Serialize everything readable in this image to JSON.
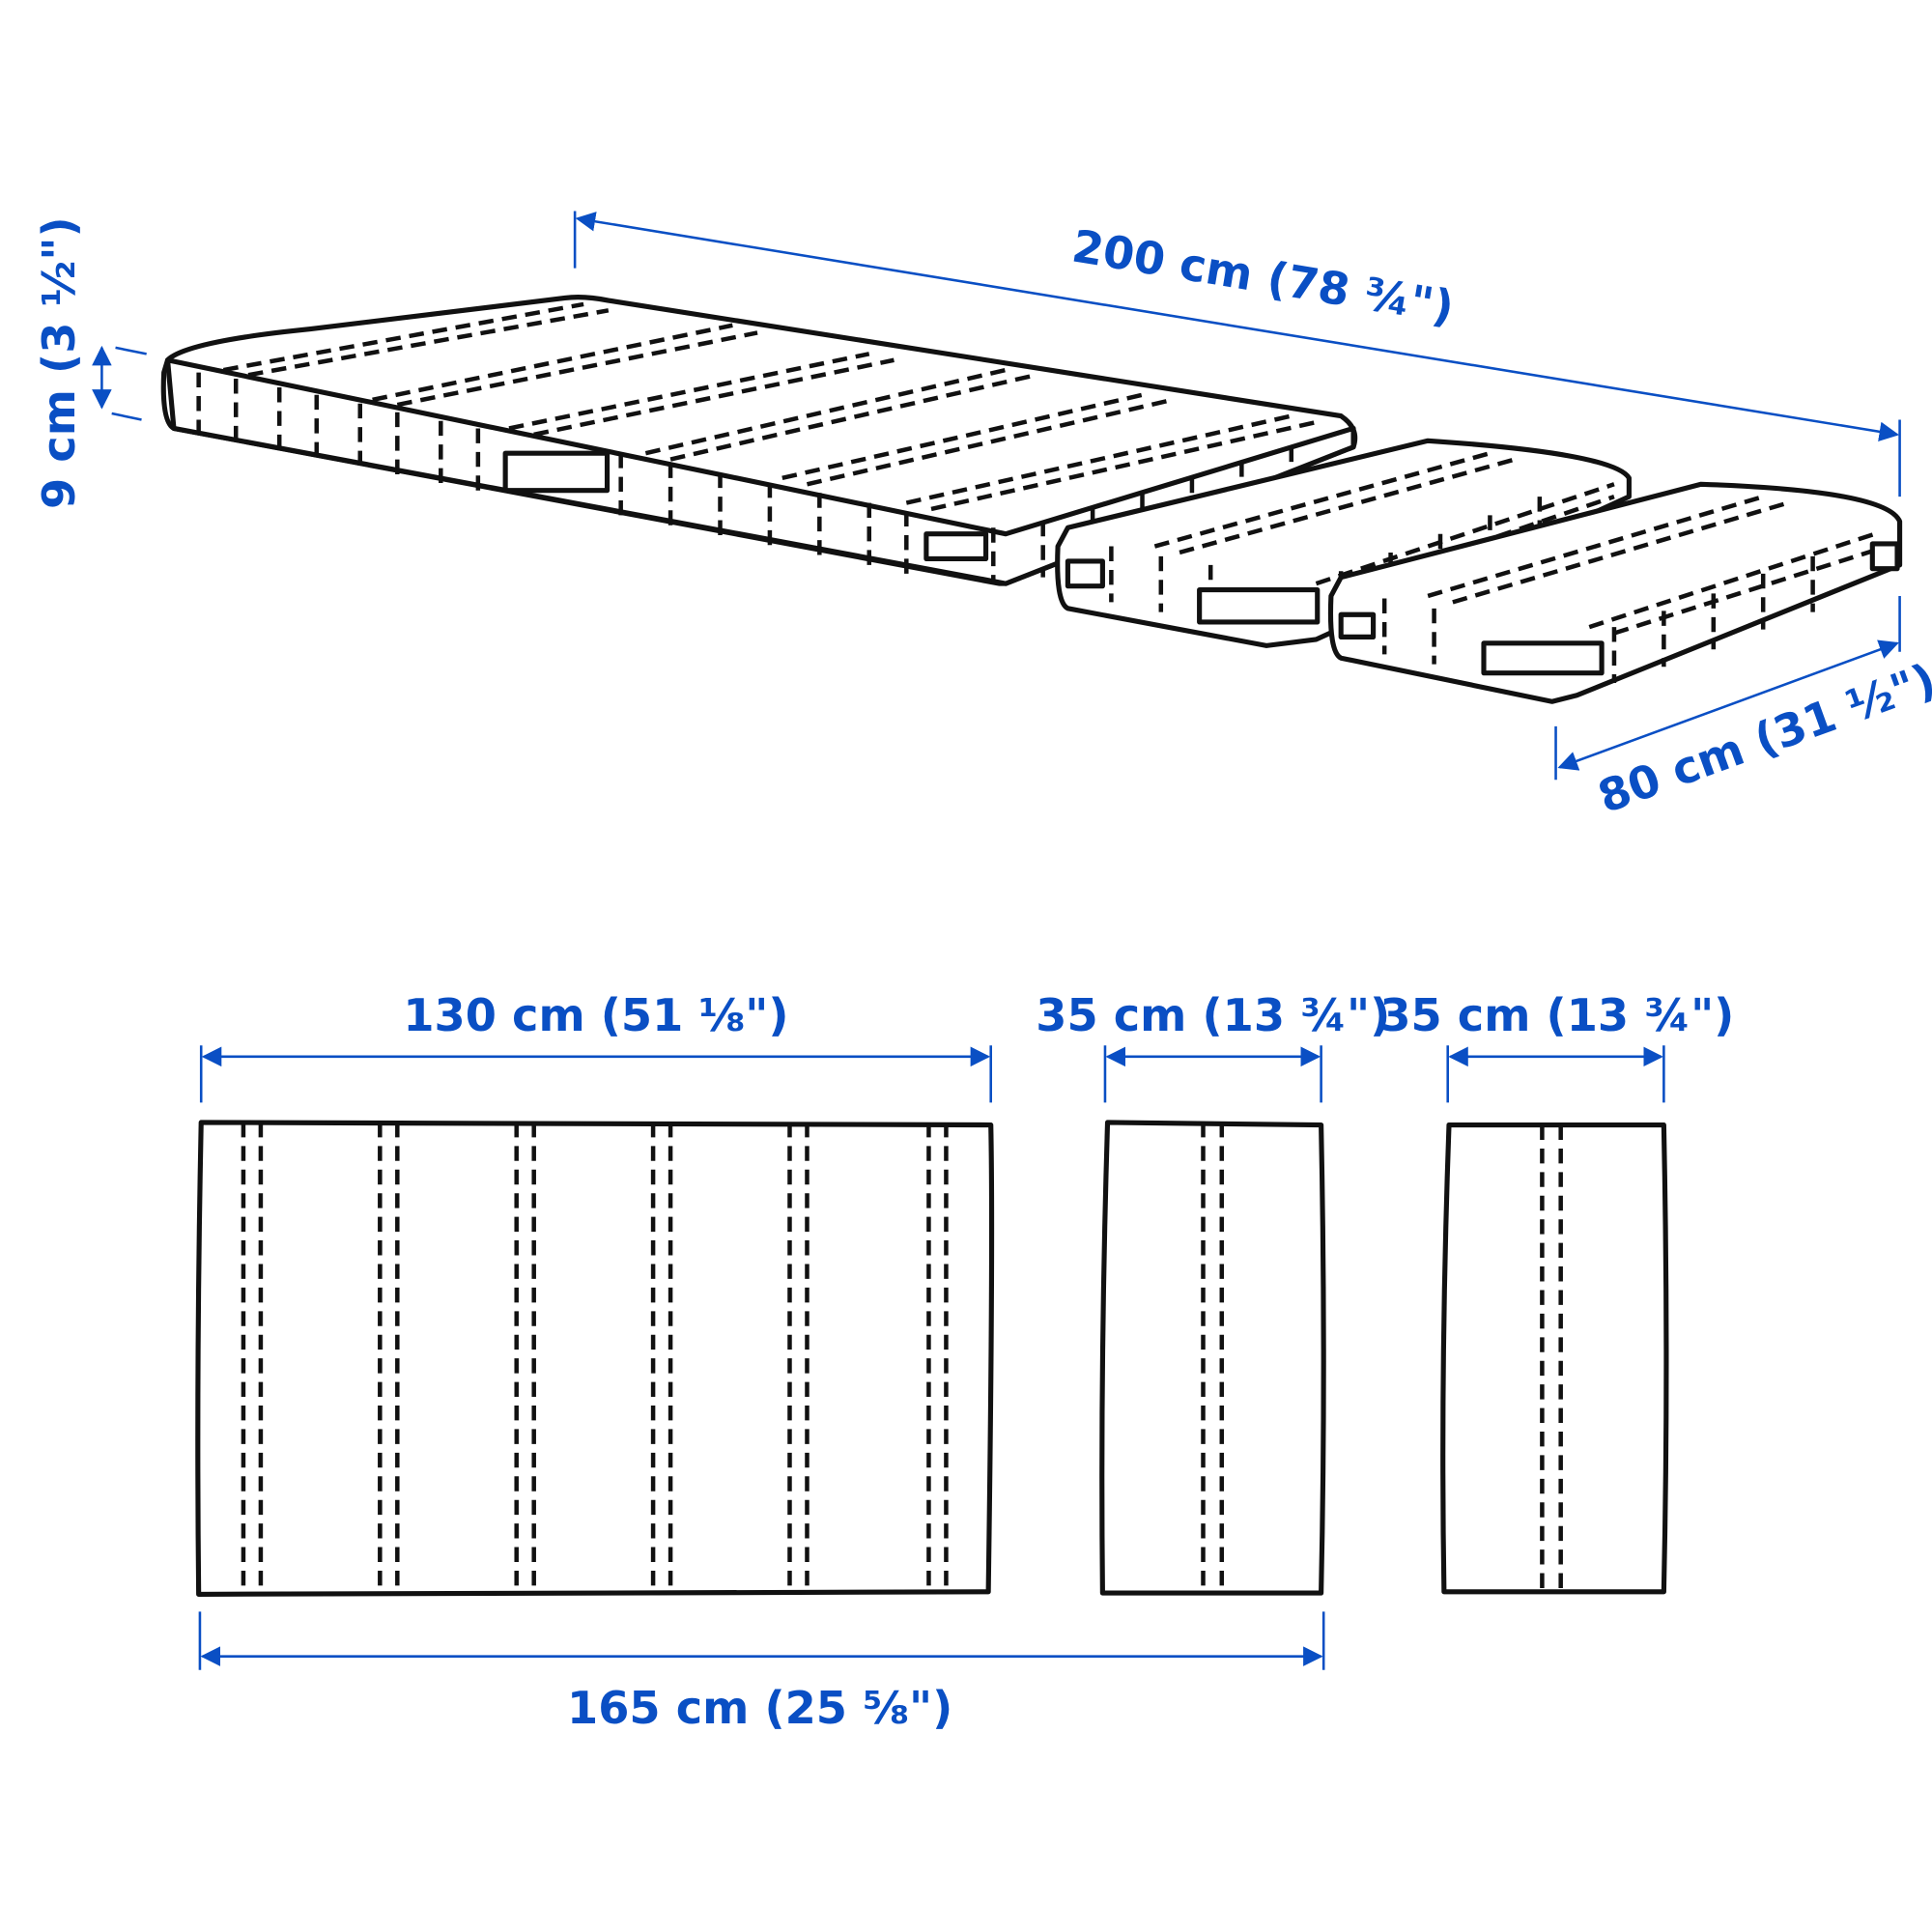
{
  "labels": {
    "length": "200 cm (78 ¾\")",
    "thickness": "9 cm (3 ½\")",
    "width": "80 cm (31 ½\")",
    "section_large": "130 cm (51 ⅛\")",
    "section_small_1": "35 cm (13 ¾\")",
    "section_small_2": "35 cm (13 ¾\")",
    "folded_total": "165 cm (25 ⅝\")"
  },
  "colors": {
    "dimension": "#0a4fc4",
    "outline": "#111111"
  }
}
